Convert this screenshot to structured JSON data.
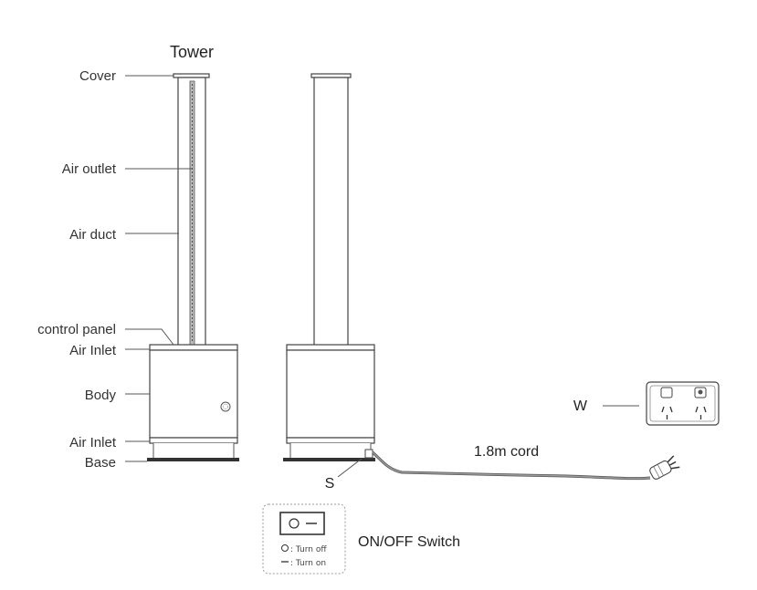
{
  "title": "Tower",
  "labels": {
    "cover": "Cover",
    "air_outlet": "Air outlet",
    "air_duct": "Air duct",
    "control_panel": "control panel",
    "air_inlet_top": "Air Inlet",
    "body": "Body",
    "air_inlet_bottom": "Air Inlet",
    "base": "Base",
    "switch_marker": "S",
    "wall_socket": "W",
    "cord": "1.8m cord",
    "switch_title": "ON/OFF Switch"
  },
  "switch_legend": {
    "off": "Turn off",
    "on": "Turn on"
  }
}
